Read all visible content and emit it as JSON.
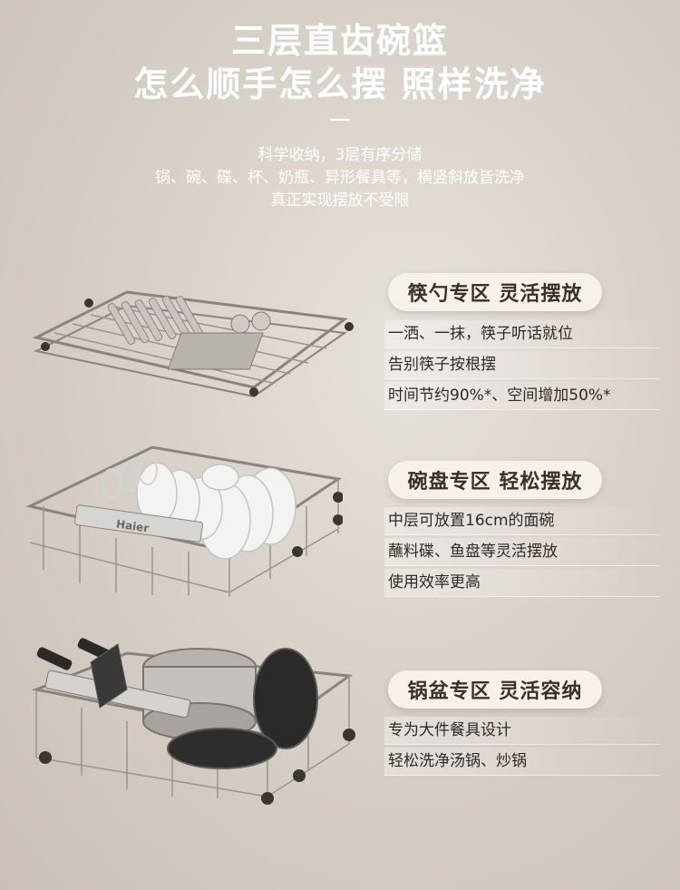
{
  "header": {
    "title_line1": "三层直齿碗篮",
    "title_line2": "怎么顺手怎么摆 照样洗净",
    "sub_line1": "科学收纳，3层有序分储",
    "sub_line2": "锅、碗、碟、杯、奶瓶、异形餐具等，横竖斜放皆洗净",
    "sub_line3": "真正实现摆放不受限"
  },
  "sections": [
    {
      "title": "筷勺专区 灵活摆放",
      "lines": [
        "一洒、一抹，筷子听话就位",
        "告别筷子按根摆",
        "时间节约90%*、空间增加50%*"
      ]
    },
    {
      "title": "碗盘专区 轻松摆放",
      "lines": [
        "中层可放置16cm的面碗",
        "蘸料碟、鱼盘等灵活摆放",
        "使用效率更高"
      ]
    },
    {
      "title": "锅盆专区 灵活容纳",
      "lines": [
        "专为大件餐具设计",
        "轻松洗净汤锅、炒锅"
      ]
    }
  ],
  "brand_label": "Haier"
}
